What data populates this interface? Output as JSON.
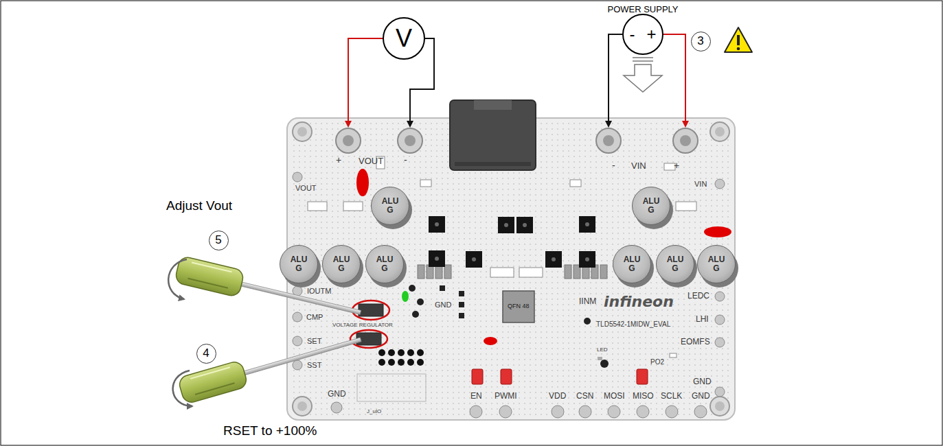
{
  "diagram": {
    "nodes": [
      {
        "text": [
          "V"
        ]
      },
      {
        "text": [
          "POWER SUPPLY",
          "-",
          "+"
        ]
      },
      {
        "text": [
          "3"
        ]
      },
      {
        "text": [
          "5"
        ]
      },
      {
        "text": [
          "4"
        ]
      },
      {
        "text": [
          "ALU G"
        ]
      },
      {
        "text": [
          "ALU G"
        ]
      },
      {
        "text": [
          "ALU G"
        ]
      },
      {
        "text": [
          "ALU G"
        ]
      },
      {
        "text": [
          "ALU G"
        ]
      },
      {
        "text": [
          "ALU G"
        ]
      },
      {
        "text": [
          "ALU G"
        ]
      },
      {
        "text": [
          "ALU G"
        ]
      }
    ],
    "labels": [
      "Adjust Vout",
      "RSET to +100%",
      "+",
      "VOUT",
      "-",
      "-",
      "VIN",
      "+",
      "VOUT",
      "VIN",
      "IOUTM",
      "CMP",
      "SET",
      "SST",
      "GND",
      "VOLTAGE REGULATOR",
      "infineon",
      "TLD5542-1MIDW_EVAL",
      "IINM",
      "LED",
      "PO2",
      "EN",
      "PWMI",
      "VDD",
      "CSN",
      "MOSI",
      "MISO",
      "SCLK",
      "GND",
      "LEDC",
      "LHI",
      "EOMFS",
      "GND",
      "GND",
      "QFN 48",
      "J_uIO"
    ]
  }
}
